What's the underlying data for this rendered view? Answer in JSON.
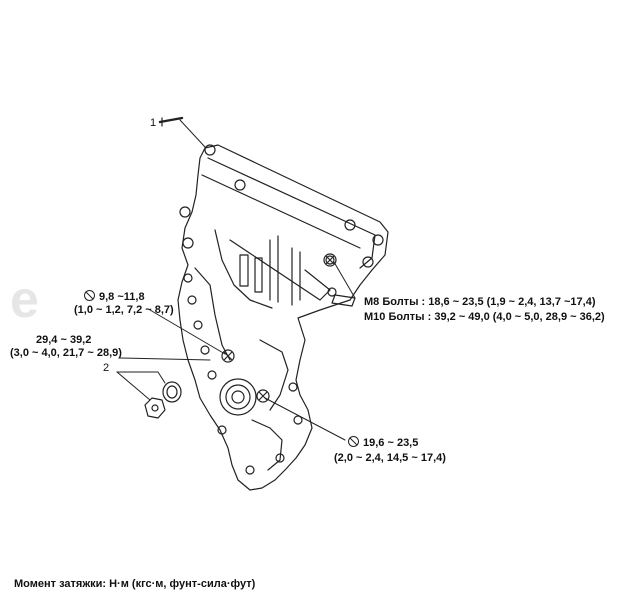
{
  "watermark": "e",
  "callouts": {
    "part1": "1",
    "part2": "2"
  },
  "torque_labels": {
    "seal_bolt_line1": "9,8 ~11,8",
    "seal_bolt_line2": "(1,0 ~ 1,2, 7,2 ~ 8,7)",
    "pulley_bolt_line1": "29,4 ~ 39,2",
    "pulley_bolt_line2": "(3,0 ~ 4,0, 21,7 ~ 28,9)",
    "m8_bolts": "M8 Болты : 18,6 ~ 23,5 (1,9 ~ 2,4, 13,7 ~17,4)",
    "m10_bolts": "M10 Болты : 39,2 ~ 49,0 (4,0 ~ 5,0, 28,9 ~ 36,2)",
    "lower_bolt_line1": "19,6 ~ 23,5",
    "lower_bolt_line2": "(2,0 ~ 2,4, 14,5 ~ 17,4)"
  },
  "footer": {
    "units_note": "Момент затяжки: Н·м (кгс·м, фунт-сила·фут)"
  },
  "icons": [
    "do-not-reuse-icon",
    "bolt-icon",
    "seal-ring-icon",
    "bolt-head-icon"
  ],
  "colors": {
    "line": "#222222",
    "background": "#ffffff",
    "watermark": "#e6e6e6"
  }
}
